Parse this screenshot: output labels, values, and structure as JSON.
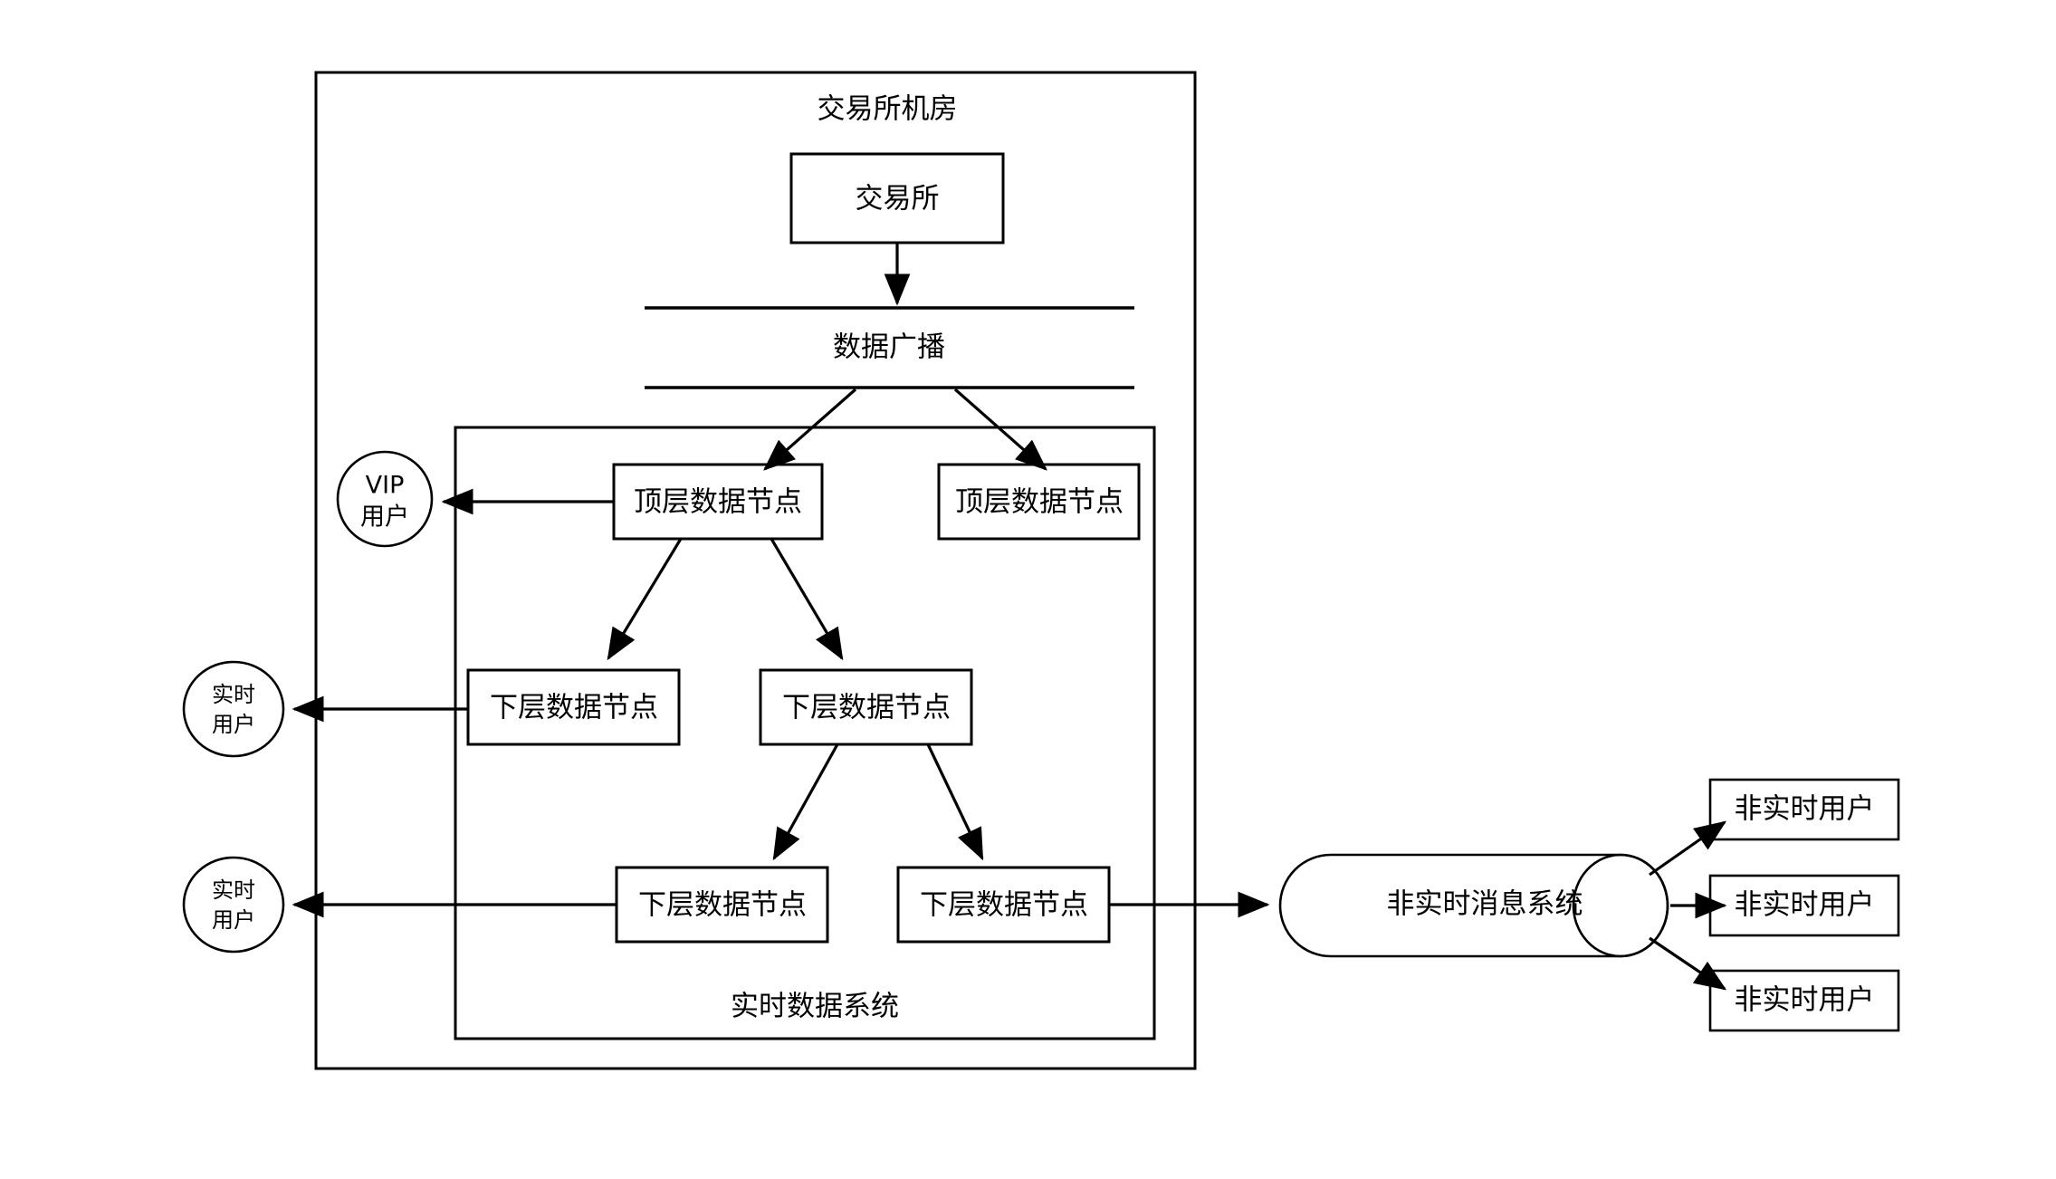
{
  "diagram": {
    "title": "交易所机房",
    "outer_container": {
      "label": "交易所机房"
    },
    "exchange_box": {
      "label": "交易所"
    },
    "broadcast_bus": {
      "label": "数据广播"
    },
    "realtime_region": {
      "label": "实时数据系统",
      "color": "#a9c9e5"
    },
    "top_nodes": [
      {
        "label": "顶层数据节点"
      },
      {
        "label": "顶层数据节点"
      }
    ],
    "mid_nodes": [
      {
        "label": "下层数据节点"
      },
      {
        "label": "下层数据节点"
      }
    ],
    "bottom_nodes": [
      {
        "label": "下层数据节点"
      },
      {
        "label": "下层数据节点"
      }
    ],
    "consumers": [
      {
        "label_line1": "VIP",
        "label_line2": "用户",
        "kind": "vip-user"
      },
      {
        "label_line1": "实时",
        "label_line2": "用户",
        "kind": "realtime-user"
      },
      {
        "label_line1": "实时",
        "label_line2": "用户",
        "kind": "realtime-user"
      }
    ],
    "message_system": {
      "label": "非实时消息系统"
    },
    "nonrealtime_users": [
      {
        "label": "非实时用户"
      },
      {
        "label": "非实时用户"
      },
      {
        "label": "非实时用户"
      }
    ],
    "colors": {
      "stroke": "#000000",
      "background": "#ffffff",
      "region_fill": "#a9c9e5",
      "node_fill": "#ffffff"
    }
  }
}
